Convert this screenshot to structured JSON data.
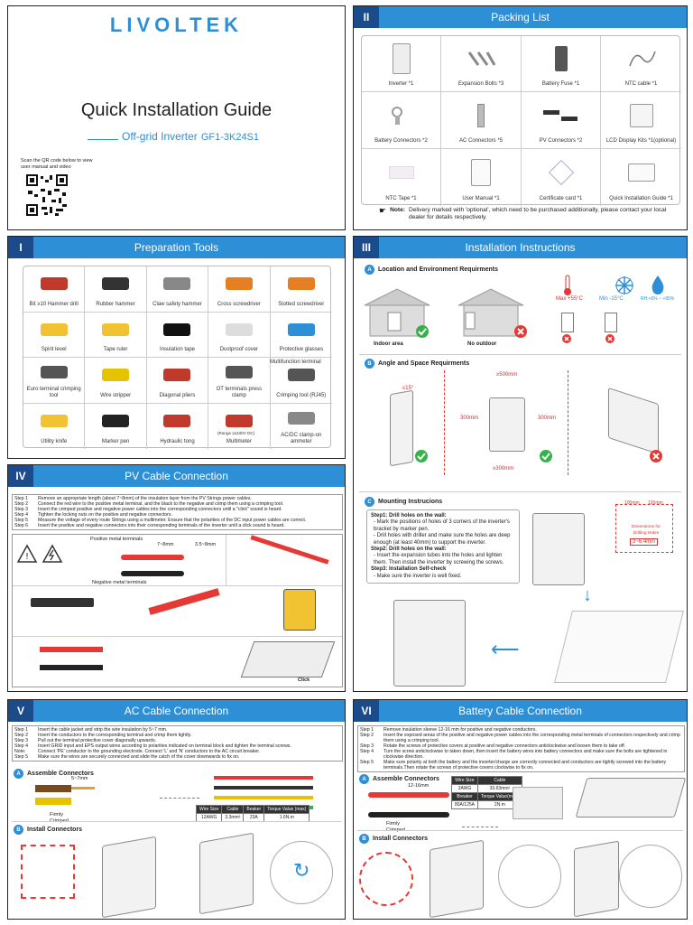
{
  "cover": {
    "brand": "LIVOLTEK",
    "title": "Quick Installation Guide",
    "subtitle": "Off-grid Inverter",
    "model": "GF1-3K24S1",
    "qr_text": "Scan the QR code below to view user manual and video"
  },
  "packing": {
    "num": "II",
    "title": "Packing List",
    "items": [
      "Inverter *1",
      "Expansion Bolts *3",
      "Battery Fuse *1",
      "NTC cable *1",
      "Battery Connectors *2",
      "AC Connectors *5",
      "PV Connectors *2",
      "LCD Display Kits *1(optional)",
      "NTC Tape *1",
      "User Manual *1",
      "Certificate card *1",
      "Quick Installation Guide *1"
    ],
    "note_label": "Note:",
    "note_text": "Delivery marked with 'optional', which need to be purchased additionally, please contact your local dealer for details respectively."
  },
  "tools": {
    "num": "I",
    "title": "Preparation Tools",
    "items": [
      "Bit ≥10 Hammer drill",
      "Rubber hammer",
      "Claw safety hammer",
      "Cross screwdriver",
      "Slotted screwdriver",
      "Spirit level",
      "Tape ruler",
      "Insulation tape",
      "Dustproof cover",
      "Protective glasses",
      "Euro terminal crimping tool",
      "Wire stripper",
      "Diagonal pliers",
      "OT terminals press clamp",
      "Crimping tool (RJ45)",
      "Utility knife",
      "Marker pen",
      "Hydraulic tong",
      "Multimeter",
      "AC/DC clamp-on ammeter"
    ],
    "multifunction": "Multifunction terminal",
    "range": "(Range ≥1100V DC)"
  },
  "install": {
    "num": "III",
    "title": "Installation Instructions",
    "a_label": "A",
    "a_title": "Location and Environment Requirments",
    "indoor": "Indoor area",
    "no_outdoor": "No outdoor",
    "max_temp": "Max +55°C",
    "min_temp": "Min -15°C",
    "rh": "RH:+5% ~ +95%",
    "b_label": "B",
    "b_title": "Angle and Space Requirments",
    "angle": "≤15°",
    "top_space": "≥500mm",
    "side_space_l": "300mm",
    "side_space_r": "300mm",
    "bottom_space": "≥300mm",
    "c_label": "C",
    "c_title": "Mounting Instrucions",
    "c_steps": [
      {
        "h": "Step1: Drill holes on the wall:",
        "t": [
          "- Mark the positions of holes of 3 corners of the inverter's bracket by marker pen.",
          "- Drill holes with driller and make sure the holes are deep enough (at least 40mm) to support the inverter."
        ]
      },
      {
        "h": "Step2: Drill holes on the wall:",
        "t": [
          "- Insert the expansion tubes into the holes and lighten them. Then install the inverter by screwing the screws."
        ]
      },
      {
        "h": "Step3: Installation Self-check",
        "t": [
          "- Make sure the inverter is well fixed."
        ]
      }
    ],
    "dim1": "100mm",
    "dim2": "120mm",
    "dim_note": "Dimensions for Drilling Holes",
    "dim_hole": "3~6.4mm"
  },
  "pv": {
    "num": "IV",
    "title": "PV Cable Connection",
    "steps": [
      [
        "Step 1",
        "Remove an appropriate length (about 7~8mm) of the insulation layer from the PV Strings power cables."
      ],
      [
        "Step 2",
        "Connect the red wire to the positive metal terminal, and the black to the negative and crimp them using a crimping tool."
      ],
      [
        "Step 3",
        "Insert the crimped positive and negative power cables into the corresponding connectors until a \"click\" sound is heard."
      ],
      [
        "Step 4",
        "Tighten the locking nuts on the positive and negative connectors."
      ],
      [
        "Step 5",
        "Measure the voltage of every route Strings using a multimeter. Ensure that the polarities of the DC input power cables are correct."
      ],
      [
        "Step 6",
        "Insert the positive and negative connectors into their corresponding terminals of the inverter until a click sound is heard."
      ]
    ],
    "pos_terminals": "Positive metal terminals",
    "neg_terminals": "Negative metal terminals",
    "strip_len": "7~8mm",
    "dia": "3.5~8mm",
    "click": "Click"
  },
  "ac": {
    "num": "V",
    "title": "AC Cable Connection",
    "steps": [
      [
        "Step 1",
        "Insert the cable jacket and strip the wire insulation by 5~7 mm."
      ],
      [
        "Step 2",
        "Insert the conductors to the corresponding terminal and crimp them tightly."
      ],
      [
        "Step 3",
        "Pull out the terminal protective cover diagonally upwards."
      ],
      [
        "Step 4",
        "Insert GRID input and EPS output wires according to polarities indicated on terminal block and tighten the terminal screws."
      ],
      [
        "Note:",
        "Connect 'PE' conductor to the grounding electrode. Connect 'L' and 'N' conductors to the AC circuit breaker."
      ],
      [
        "Step 5",
        "Make sure the wires are securely connected and slide the catch of the cover downwards to fix on."
      ]
    ],
    "a_label": "A",
    "a_title": "Assemble Connectors",
    "strip": "5~7mm",
    "firmly": "Firmly Crimped",
    "table_head": [
      "Wire Size",
      "Cable",
      "Beaker",
      "Torque Value (max)"
    ],
    "table_row": [
      "12AWG",
      "3.3mm²",
      "23A",
      "1.6N.m"
    ],
    "b_label": "B",
    "b_title": "Install Connectors"
  },
  "battery": {
    "num": "VI",
    "title": "Battery Cable Connection",
    "steps": [
      [
        "Step 1",
        "Remove insulation sleeve 12-16 mm for positive and negative conductors."
      ],
      [
        "Step 2",
        "Insert the exposed areas of the positive and negative power cables into the corresponding metal terminals of connectors respectively and crimp them using a crimping tool."
      ],
      [
        "Step 3",
        "Rotate the screws of protective covers at positive and negative connectors anticlockwise and loosen them to take off."
      ],
      [
        "Step 4",
        "Turn the screw anticlockwise to taken down, then insert the battery wires into battery connectors and make sure the bolts are tightened in clockwise direction."
      ],
      [
        "Step 5",
        "Make sure polarity at both the battery and the inverter/charge are correctly connected and conductors are tightly screwed into the battery terminals.Then rotate the screws of protective covers clockwise to fix on."
      ]
    ],
    "a_label": "A",
    "a_title": "Assemble Connectors",
    "strip": "12-16mm",
    "firmly": "Firmly Crimped",
    "t1_head": [
      "Wire Size",
      "Cable"
    ],
    "t1_row": [
      "2AWG",
      "33.63mm²"
    ],
    "t2_head": [
      "Breaker",
      "Torque Value(max)"
    ],
    "t2_row": [
      "80A/125A",
      "2N.m"
    ],
    "b_label": "B",
    "b_title": "Install Connectors"
  },
  "colors": {
    "accent": "#2d8fd6",
    "dark": "#1c4b8c",
    "ok": "#35b24a",
    "bad": "#e53935"
  }
}
